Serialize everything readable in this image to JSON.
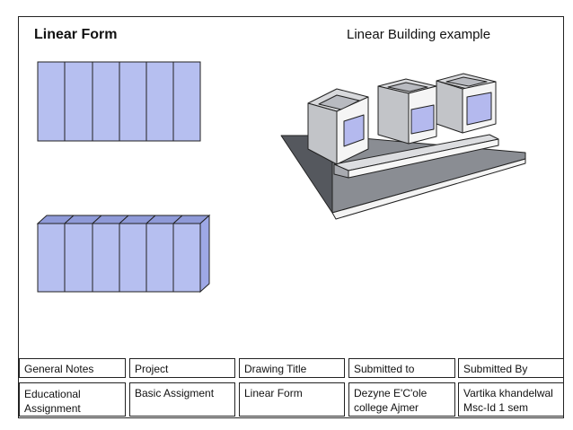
{
  "header": {
    "left_title": "Linear Form",
    "right_title": "Linear Building example"
  },
  "colors": {
    "block_fill": "#b6bff0",
    "block_top": "#8f9ad8",
    "block_side": "#9ea8e6",
    "outline": "#222222",
    "window": "#b4b9ee",
    "base_dark": "#55585e"
  },
  "title_block": {
    "headers": [
      "General Notes",
      "Project",
      "Drawing Title",
      "Submitted to",
      "Submitted By"
    ],
    "values": [
      "Educational Assignment",
      "Basic Assigment",
      "Linear Form",
      "Dezyne E'C'ole college Ajmer",
      "Vartika khandelwal Msc-Id 1 sem"
    ]
  }
}
